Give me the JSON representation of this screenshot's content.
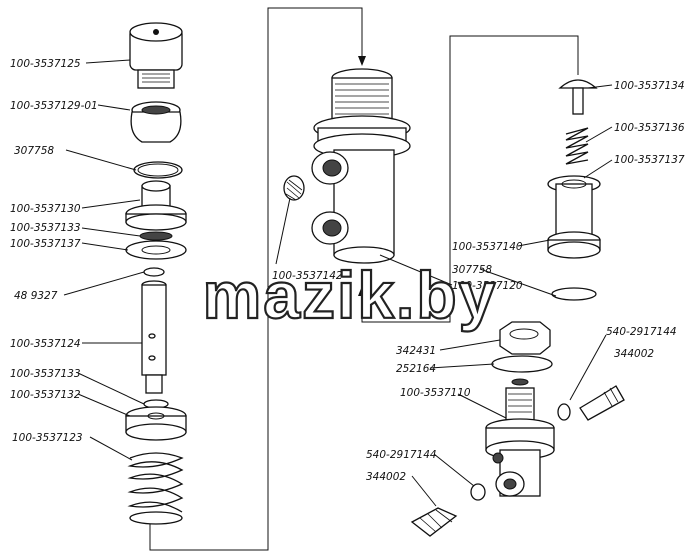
{
  "watermark": "mazik.by",
  "parts": {
    "cap": "100-3537125",
    "housing_left": "100-3537129-01",
    "ring_left": "307758",
    "seat_left": "100-3537130",
    "seal_1": "100-3537133",
    "washer_1": "100-3537137",
    "oring_left": "48 9327",
    "stem": "100-3537124",
    "seal_2": "100-3537133",
    "washer_2": "100-3537132",
    "spring_left": "100-3537123",
    "filter": "100-3537142",
    "body": "100-3537120",
    "valve": "100-3537134",
    "spring_right": "100-3537136",
    "sleeve": "100-3537137",
    "cup": "100-3537140",
    "ring_right": "307758",
    "nut": "342431",
    "washer_right": "252164",
    "valve_body": "100-3537110",
    "seal_upper": "540-2917144",
    "fitting_upper": "344002",
    "seal_lower": "540-2917144",
    "fitting_lower": "344002"
  }
}
